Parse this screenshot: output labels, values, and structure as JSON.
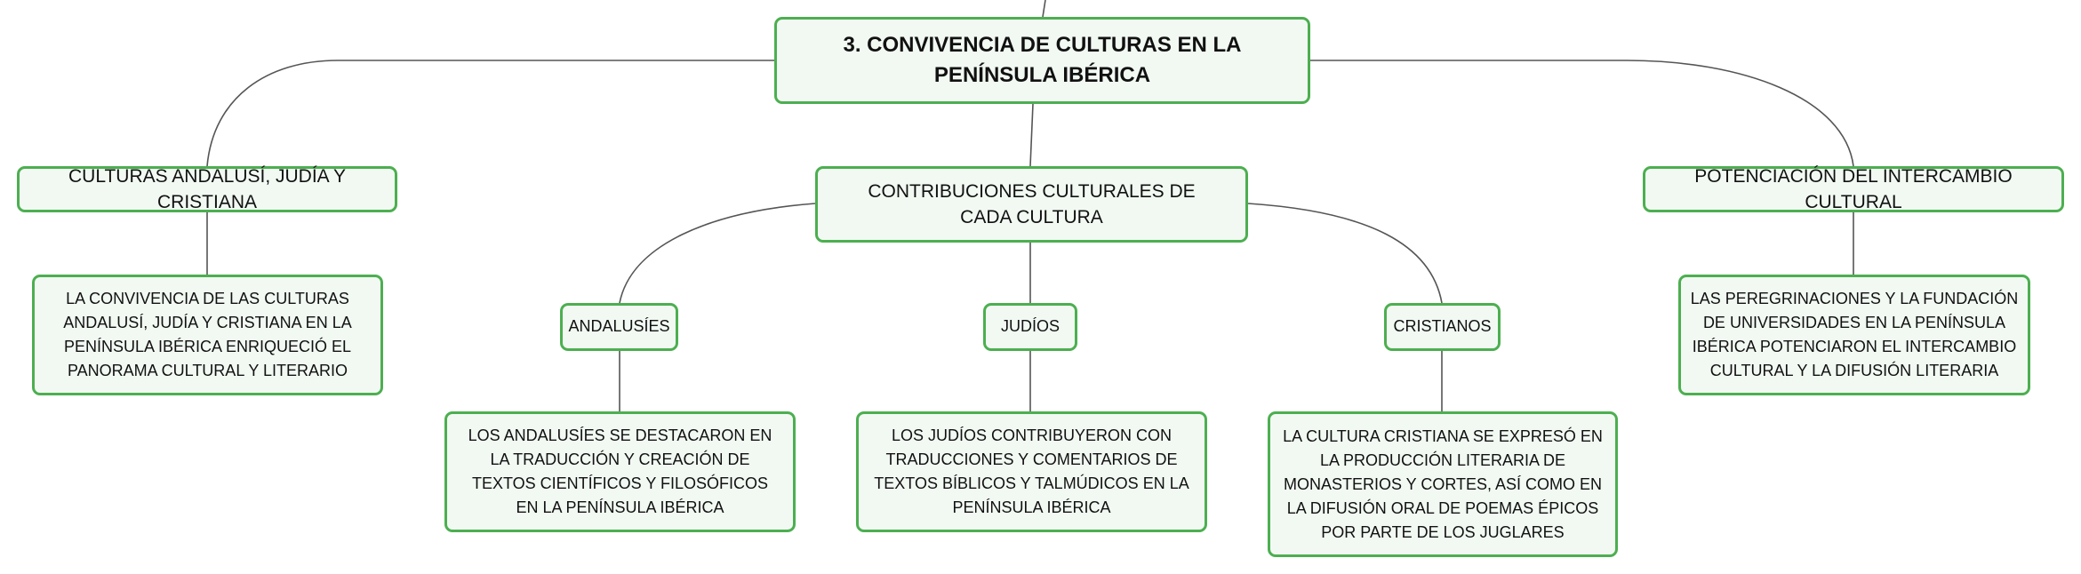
{
  "root": {
    "title": "3. CONVIVENCIA DE CULTURAS EN LA PENÍNSULA IBÉRICA"
  },
  "branches": {
    "culturas": {
      "label": "CULTURAS ANDALUSÍ, JUDÍA Y CRISTIANA",
      "detail": "LA CONVIVENCIA DE LAS CULTURAS ANDALUSÍ, JUDÍA Y CRISTIANA EN LA PENÍNSULA IBÉRICA ENRIQUECIÓ EL PANORAMA CULTURAL Y LITERARIO"
    },
    "contribuciones": {
      "label": "CONTRIBUCIONES CULTURALES DE CADA CULTURA",
      "andalusies": {
        "label": "ANDALUSÍES",
        "detail": "LOS ANDALUSÍES SE DESTACARON EN LA TRADUCCIÓN Y CREACIÓN DE TEXTOS CIENTÍFICOS Y FILOSÓFICOS EN LA PENÍNSULA IBÉRICA"
      },
      "judios": {
        "label": "JUDÍOS",
        "detail": "LOS JUDÍOS CONTRIBUYERON CON TRADUCCIONES Y COMENTARIOS DE TEXTOS BÍBLICOS Y TALMÚDICOS EN LA PENÍNSULA IBÉRICA"
      },
      "cristianos": {
        "label": "CRISTIANOS",
        "detail": "LA CULTURA CRISTIANA SE EXPRESÓ EN LA PRODUCCIÓN LITERARIA DE MONASTERIOS Y CORTES, ASÍ COMO EN LA DIFUSIÓN ORAL DE POEMAS ÉPICOS POR PARTE DE LOS JUGLARES"
      }
    },
    "potenciacion": {
      "label": "POTENCIACIÓN DEL INTERCAMBIO CULTURAL",
      "detail": "LAS PEREGRINACIONES Y LA FUNDACIÓN DE UNIVERSIDADES EN LA PENÍNSULA IBÉRICA POTENCIARON EL INTERCAMBIO CULTURAL Y LA DIFUSIÓN LITERARIA"
    }
  },
  "colors": {
    "node_border": "#4caf50",
    "node_fill": "#f2f9f3",
    "connector": "#555555"
  }
}
